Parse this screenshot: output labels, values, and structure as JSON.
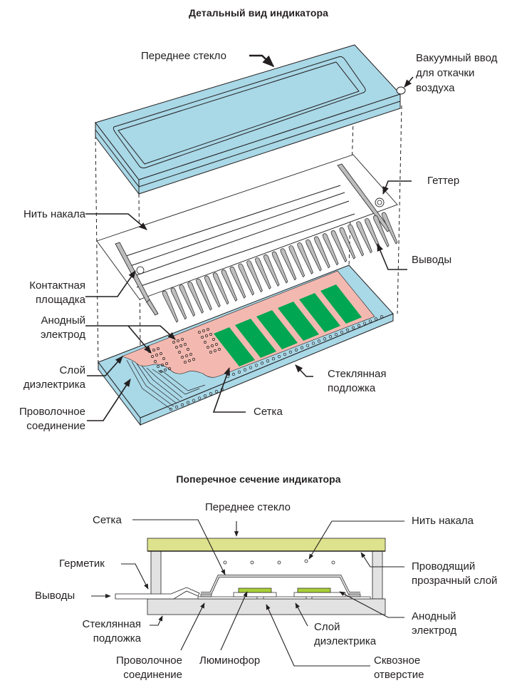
{
  "colors": {
    "glass_blue": "#a9d8e7",
    "anode_pink": "#f3b9b0",
    "phosphor_green": "#00a651",
    "front_glass_cross": "#dde28c",
    "phosphor_cross": "#a8cf38",
    "gray_part": "#bdbdbd",
    "light_gray": "#e2e2e2",
    "line": "#231f20"
  },
  "exploded_view": {
    "title": "Детальный вид индикатора",
    "labels": {
      "front_glass": "Переднее стекло",
      "vacuum_port_l1": "Вакуумный ввод",
      "vacuum_port_l2": "для откачки",
      "vacuum_port_l3": "воздуха",
      "getter": "Геттер",
      "filament": "Нить накала",
      "leads": "Выводы",
      "contact_pad_l1": "Контактная",
      "contact_pad_l2": "площадка",
      "anode_l1": "Анодный",
      "anode_l2": "электрод",
      "dielectric_l1": "Слой",
      "dielectric_l2": "диэлектрика",
      "glass_substrate_l1": "Стеклянная",
      "glass_substrate_l2": "подложка",
      "wire_bond_l1": "Проволочное",
      "wire_bond_l2": "соединение",
      "grid": "Сетка"
    }
  },
  "cross_section": {
    "title": "Поперечное сечение индикатора",
    "labels": {
      "front_glass": "Переднее стекло",
      "grid": "Сетка",
      "filament": "Нить накала",
      "sealant": "Герметик",
      "conductive_l1": "Проводящий",
      "conductive_l2": "прозрачный слой",
      "leads": "Выводы",
      "glass_substrate_l1": "Стеклянная",
      "glass_substrate_l2": "подложка",
      "anode_l1": "Анодный",
      "anode_l2": "электрод",
      "dielectric_l1": "Слой",
      "dielectric_l2": "диэлектрика",
      "wire_bond_l1": "Проволочное",
      "wire_bond_l2": "соединение",
      "phosphor": "Люминофор",
      "via_l1": "Сквозное",
      "via_l2": "отверстие"
    }
  }
}
